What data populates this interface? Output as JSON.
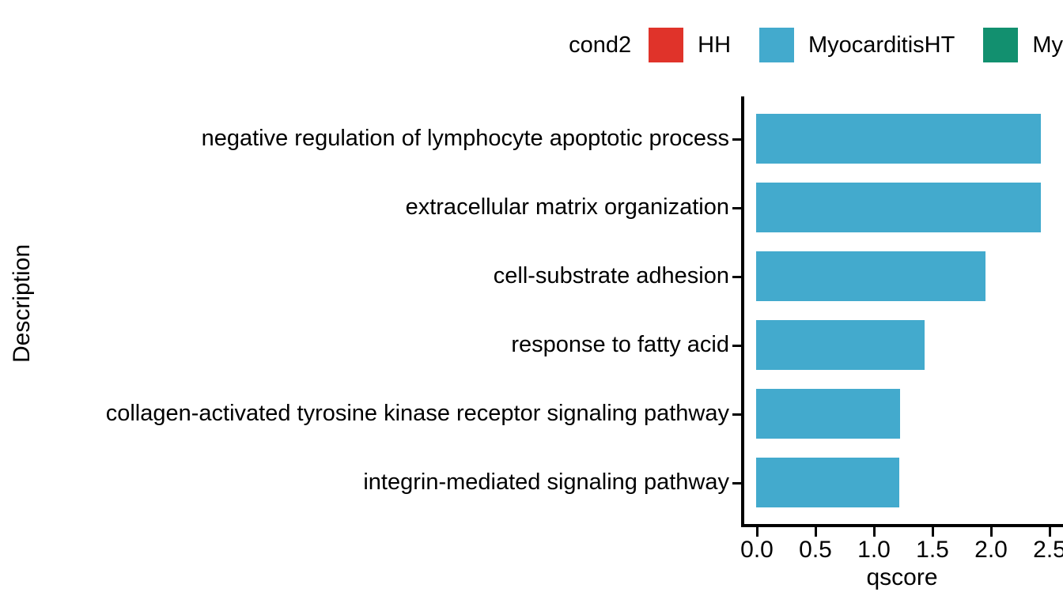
{
  "chart_data": {
    "type": "bar",
    "orientation": "horizontal",
    "title": "",
    "xlabel": "qscore",
    "ylabel": "Description",
    "xlim": [
      0.0,
      2.5
    ],
    "xticks": [
      "0.0",
      "0.5",
      "1.0",
      "1.5",
      "2.0",
      "2.5"
    ],
    "xtick_values": [
      0.0,
      0.5,
      1.0,
      1.5,
      2.0,
      2.5
    ],
    "grid": false,
    "categories": [
      "negative regulation of lymphocyte apoptotic process",
      "extracellular matrix organization",
      "cell-substrate adhesion",
      "response to fatty acid",
      "collagen-activated tyrosine kinase receptor signaling pathway",
      "integrin-mediated signaling pathway"
    ],
    "values": [
      2.43,
      2.43,
      1.96,
      1.44,
      1.23,
      1.22
    ],
    "series": [
      {
        "name": "MyocarditisHT",
        "color": "#43AACD",
        "values": [
          2.43,
          2.43,
          1.96,
          1.44,
          1.23,
          1.22
        ]
      }
    ]
  },
  "legend": {
    "title": "cond2",
    "position": "top-right",
    "items": [
      {
        "label": "HH",
        "color": "#E0332A"
      },
      {
        "label": "MyocarditisHT",
        "color": "#43AACD"
      },
      {
        "label": "My",
        "color": "#12906F"
      }
    ]
  },
  "axes": {
    "x_title": "qscore",
    "y_title": "Description"
  }
}
